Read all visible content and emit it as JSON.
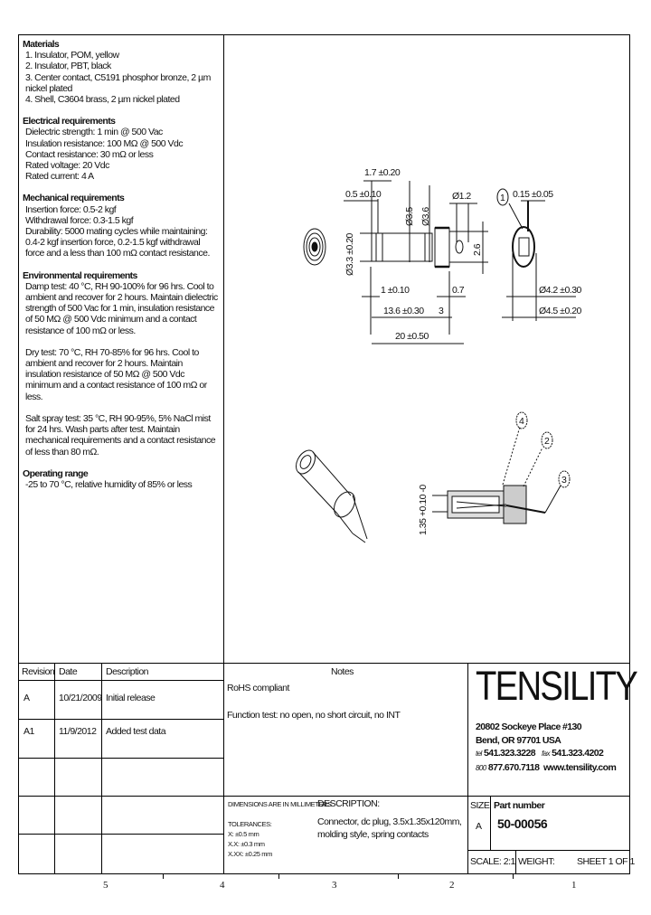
{
  "specs": {
    "materials": {
      "title": "Materials",
      "items": [
        "1. Insulator, POM, yellow",
        "2. Insulator, PBT, black",
        "3. Center contact, C5191 phosphor bronze, 2 µm nickel plated",
        "4. Shell, C3604 brass, 2 µm nickel plated"
      ]
    },
    "electrical": {
      "title": "Electrical requirements",
      "items": [
        "Dielectric strength: 1 min @ 500 Vac",
        "Insulation resistance: 100 MΩ @ 500 Vdc",
        "Contact resistance: 30 mΩ or less",
        "Rated voltage: 20 Vdc",
        "Rated current: 4 A"
      ]
    },
    "mechanical": {
      "title": "Mechanical requirements",
      "items": [
        "Insertion force: 0.5-2 kgf",
        "Withdrawal force: 0.3-1.5 kgf",
        "Durability: 5000 mating cycles while maintaining: 0.4-2 kgf insertion force, 0.2-1.5 kgf withdrawal force and a less than 100 mΩ contact resistance."
      ]
    },
    "environmental": {
      "title": "Environmental requirements",
      "items": [
        "Damp test: 40 °C, RH 90-100% for 96 hrs. Cool to ambient and recover for 2 hours. Maintain dielectric strength of 500 Vac for 1 min, insulation resistance of 50 MΩ @ 500 Vdc minimum and a contact resistance of 100 mΩ or less.",
        "Dry test: 70 °C, RH 70-85% for 96 hrs. Cool to ambient and recover for 2 hours. Maintain insulation resistance of 50 MΩ @ 500 Vdc minimum and a contact resistance of 100 mΩ or less.",
        "Salt spray test: 35 °C, RH 90-95%, 5% NaCl mist for 24 hrs. Wash parts after test. Maintain mechanical requirements and a contact resistance of less than 80 mΩ."
      ]
    },
    "operating": {
      "title": "Operating range",
      "items": [
        "-25 to 70 °C, relative humidity of 85% or less"
      ]
    }
  },
  "drawing": {
    "dims": {
      "d1": "1.7 ±0.20",
      "d2": "0.5 ±0.10",
      "d3": "Ø3.5",
      "d4": "Ø3.6",
      "d5": "Ø1.2",
      "d6": "0.15 ±0.05",
      "d7": "Ø3.3 ±0.20",
      "d8": "2.6",
      "d9": "1 ±0.10",
      "d10": "0.7",
      "d11": "13.6 ±0.30",
      "d12": "3",
      "d13": "Ø4.2 ±0.30",
      "d14": "Ø4.5 ±0.20",
      "d15": "20 ±0.50",
      "d16": "1.35 +0.10 -0"
    },
    "callouts": [
      "1",
      "4",
      "2",
      "3"
    ]
  },
  "revisions": {
    "headers": [
      "Revision",
      "Date",
      "Description"
    ],
    "rows": [
      {
        "rev": "A",
        "date": "10/21/2009",
        "desc": "Initial release"
      },
      {
        "rev": "A1",
        "date": "11/9/2012",
        "desc": "Added test data"
      }
    ]
  },
  "notes": {
    "title": "Notes",
    "lines": [
      "RoHS compliant",
      "Function test: no open, no short circuit, no INT"
    ]
  },
  "dimensions_block": {
    "units": "DIMENSIONS ARE IN MILLIMETERS",
    "tol_title": "TOLERANCES:",
    "tol": [
      "X:     ±0.5 mm",
      "X.X:  ±0.3 mm",
      "X.XX: ±0.25 mm"
    ],
    "desc_title": "DESCRIPTION:",
    "desc": [
      "Connector, dc plug, 3.5x1.35x120mm,",
      "molding style, spring contacts"
    ]
  },
  "company": {
    "logo": "TENSILITY",
    "address1": "20802 Sockeye Place #130",
    "address2": "Bend, OR 97701 USA",
    "tel_label": "tel",
    "tel": "541.323.3228",
    "fax_label": "fax",
    "fax": "541.323.4202",
    "tollfree_label": "800",
    "tollfree": "877.670.7118",
    "web": "www.tensility.com"
  },
  "title_block": {
    "size_label": "SIZE",
    "size": "A",
    "part_label": "Part number",
    "part": "50-00056",
    "scale": "SCALE: 2:1",
    "weight": "WEIGHT:",
    "sheet": "SHEET 1 OF 1"
  },
  "zones": [
    "5",
    "4",
    "3",
    "2",
    "1"
  ]
}
